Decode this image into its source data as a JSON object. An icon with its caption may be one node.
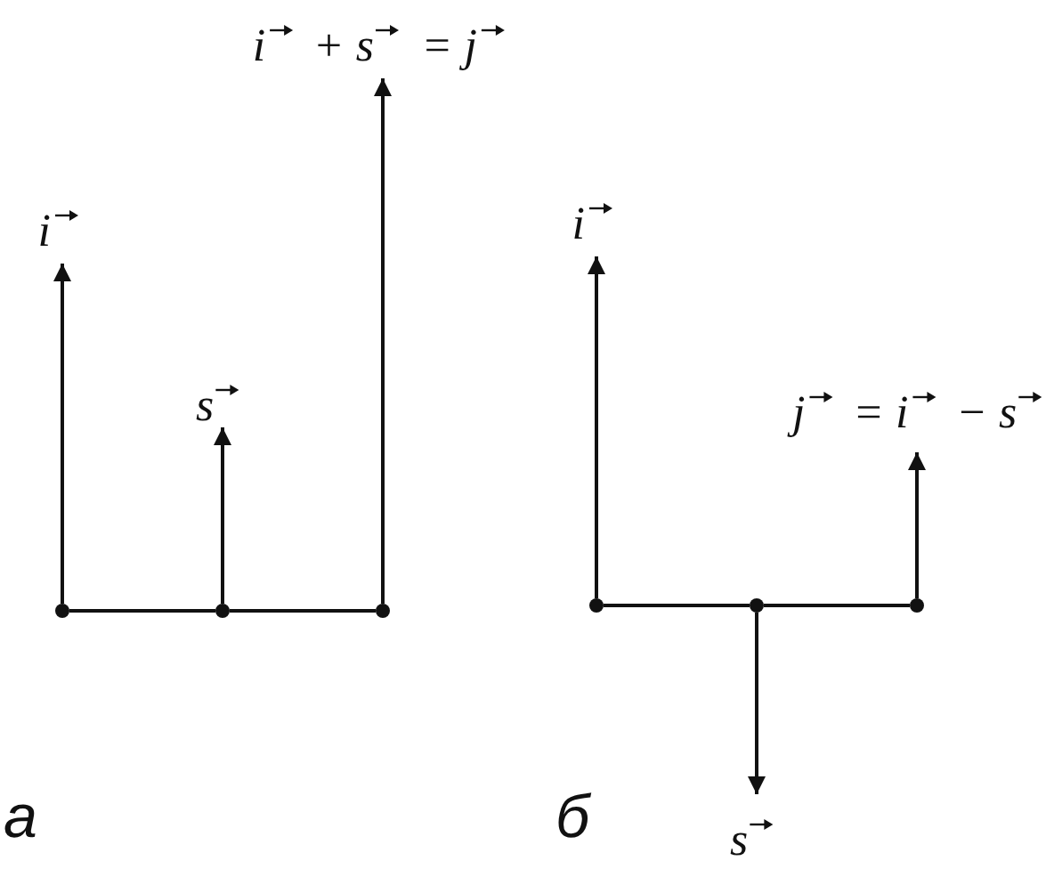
{
  "diagram": {
    "nodes": [
      {
        "text": [],
        "shape": "circle"
      },
      {
        "text": [],
        "shape": "circle"
      },
      {
        "text": [],
        "shape": "circle"
      },
      {
        "text": [
          "i⃗"
        ]
      },
      {
        "text": [
          "s⃗"
        ]
      },
      {
        "text": [
          "i⃗ + s⃗ = j⃗"
        ]
      },
      {
        "text": [],
        "shape": "circle"
      },
      {
        "text": [],
        "shape": "circle"
      },
      {
        "text": [],
        "shape": "circle"
      },
      {
        "text": [
          "i⃗"
        ]
      },
      {
        "text": [
          "j⃗ = i⃗ − s⃗"
        ]
      },
      {
        "text": [
          "s⃗"
        ]
      }
    ],
    "edges": [
      {
        "from": 0,
        "to": 1,
        "arrow": "none"
      },
      {
        "from": 1,
        "to": 2,
        "arrow": "none"
      },
      {
        "from": 0,
        "to": 3,
        "arrow": "to"
      },
      {
        "from": 1,
        "to": 4,
        "arrow": "to"
      },
      {
        "from": 2,
        "to": 5,
        "arrow": "to"
      },
      {
        "from": 6,
        "to": 7,
        "arrow": "none"
      },
      {
        "from": 7,
        "to": 8,
        "arrow": "none"
      },
      {
        "from": 6,
        "to": 9,
        "arrow": "to"
      },
      {
        "from": 8,
        "to": 10,
        "arrow": "to"
      },
      {
        "from": 7,
        "to": 11,
        "arrow": "to"
      }
    ],
    "labels": [
      "а",
      "б"
    ]
  }
}
